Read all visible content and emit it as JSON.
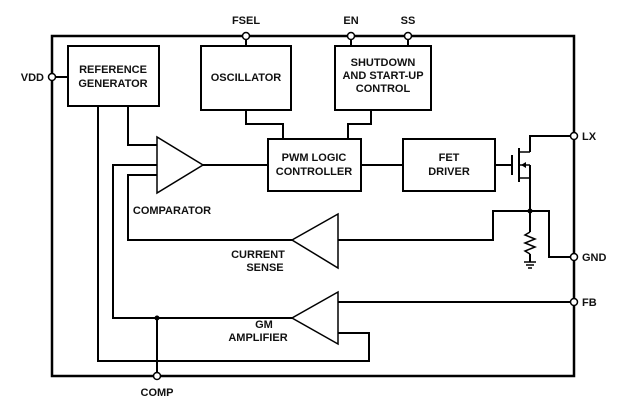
{
  "pins": {
    "fsel": "FSEL",
    "en": "EN",
    "ss": "SS",
    "vdd": "VDD",
    "lx": "LX",
    "gnd": "GND",
    "fb": "FB",
    "comp": "COMP"
  },
  "blocks": {
    "reference_generator": [
      "REFERENCE",
      "GENERATOR"
    ],
    "oscillator": [
      "OSCILLATOR"
    ],
    "shutdown": [
      "SHUTDOWN",
      "AND START-UP",
      "CONTROL"
    ],
    "pwm_logic": [
      "PWM LOGIC",
      "CONTROLLER"
    ],
    "fet_driver": [
      "FET",
      "DRIVER"
    ]
  },
  "amplifiers": {
    "comparator": [
      "COMPARATOR"
    ],
    "current_sense": [
      "CURRENT",
      "SENSE"
    ],
    "gm_amplifier": [
      "GM",
      "AMPLIFIER"
    ]
  }
}
